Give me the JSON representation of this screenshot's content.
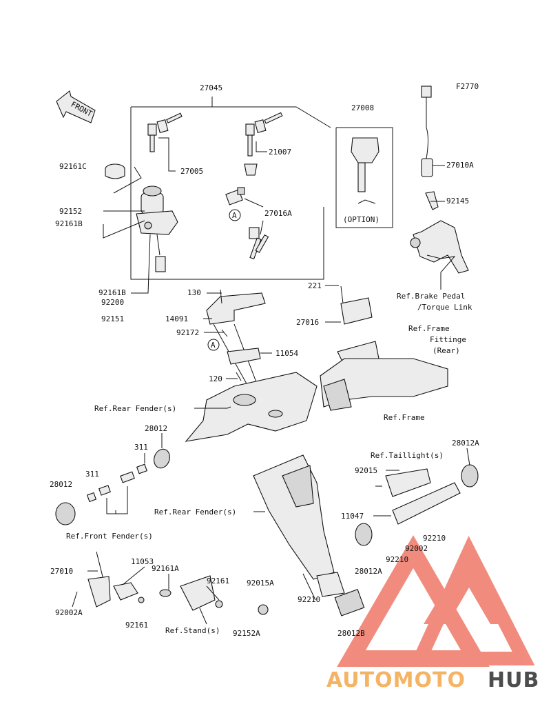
{
  "diagram": {
    "code": "F2770",
    "front_label": "FRONT",
    "option_label": "(OPTION)",
    "labels": [
      {
        "id": "l27045",
        "text": "27045"
      },
      {
        "id": "l27008",
        "text": "27008"
      },
      {
        "id": "l92161c",
        "text": "92161C"
      },
      {
        "id": "l27005",
        "text": "27005"
      },
      {
        "id": "l21007",
        "text": "21007"
      },
      {
        "id": "l27016a",
        "text": "27016A"
      },
      {
        "id": "l92152",
        "text": "92152"
      },
      {
        "id": "l92161b_a",
        "text": "92161B"
      },
      {
        "id": "l92161b_b",
        "text": "92161B"
      },
      {
        "id": "l92200",
        "text": "92200"
      },
      {
        "id": "l92151",
        "text": "92151"
      },
      {
        "id": "l27010a",
        "text": "27010A"
      },
      {
        "id": "l92145",
        "text": "92145"
      },
      {
        "id": "lbrake1",
        "text": "Ref.Brake Pedal"
      },
      {
        "id": "lbrake2",
        "text": "/Torque Link"
      },
      {
        "id": "l130",
        "text": "130"
      },
      {
        "id": "l14091",
        "text": "14091"
      },
      {
        "id": "l92172",
        "text": "92172"
      },
      {
        "id": "l11054",
        "text": "11054"
      },
      {
        "id": "l120",
        "text": "120"
      },
      {
        "id": "l221",
        "text": "221"
      },
      {
        "id": "l27016",
        "text": "27016"
      },
      {
        "id": "lframefit1",
        "text": "Ref.Frame"
      },
      {
        "id": "lframefit2",
        "text": "Fittinge"
      },
      {
        "id": "lframefit3",
        "text": "(Rear)"
      },
      {
        "id": "lrearfender1",
        "text": "Ref.Rear Fender(s)"
      },
      {
        "id": "lframe",
        "text": "Ref.Frame"
      },
      {
        "id": "l28012_top",
        "text": "28012"
      },
      {
        "id": "l311_a",
        "text": "311"
      },
      {
        "id": "l311_b",
        "text": "311"
      },
      {
        "id": "l28012_left",
        "text": "28012"
      },
      {
        "id": "lfrontfender",
        "text": "Ref.Front Fender(s)"
      },
      {
        "id": "lrearfender2",
        "text": "Ref.Rear Fender(s)"
      },
      {
        "id": "ltaillight",
        "text": "Ref.Taillight(s)"
      },
      {
        "id": "l28012a_top",
        "text": "28012A"
      },
      {
        "id": "l92015",
        "text": "92015"
      },
      {
        "id": "l11047",
        "text": "11047"
      },
      {
        "id": "l92210_a",
        "text": "92210"
      },
      {
        "id": "l92002",
        "text": "92002"
      },
      {
        "id": "l92210_b",
        "text": "92210"
      },
      {
        "id": "l28012a_bot",
        "text": "28012A"
      },
      {
        "id": "l11053",
        "text": "11053"
      },
      {
        "id": "l27010",
        "text": "27010"
      },
      {
        "id": "l92161a",
        "text": "92161A"
      },
      {
        "id": "l92161_a",
        "text": "92161"
      },
      {
        "id": "l92015a",
        "text": "92015A"
      },
      {
        "id": "l92210_c",
        "text": "92210"
      },
      {
        "id": "l92002a",
        "text": "92002A"
      },
      {
        "id": "l92161_b",
        "text": "92161"
      },
      {
        "id": "lstand",
        "text": "Ref.Stand(s)"
      },
      {
        "id": "l92152a",
        "text": "92152A"
      },
      {
        "id": "l28012b",
        "text": "28012B"
      },
      {
        "id": "lcircA1",
        "text": "A"
      },
      {
        "id": "lcircA2",
        "text": "A"
      }
    ]
  },
  "watermark": {
    "part1": "AUTOMOTO",
    "part2": "HUB",
    "color1": "#f4a64a",
    "color2": "#2f2f2f",
    "triangle_color": "#e9452f"
  }
}
